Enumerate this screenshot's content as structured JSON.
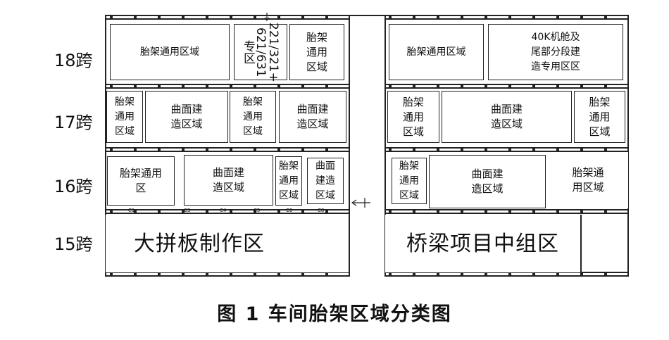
{
  "spans": {
    "s18": "18跨",
    "s17": "17跨",
    "s16": "16跨",
    "s15": "15跨"
  },
  "zones": {
    "general": "胎架通用区域",
    "general_stack": "胎架\n通用\n区域",
    "general_short": "胎架通用\n区",
    "general_2line": "胎架通\n用区域",
    "curved": "曲面建\n造区域",
    "curved_stack": "曲面\n建造\n区域",
    "special_vertical": "221/321+\n621/631专区",
    "k40": "40K机舱及\n尾部分段建\n造专用区区",
    "big_panel": "大拼板制作区",
    "bridge": "桥梁项目中组区"
  },
  "column_marks": [
    "C1",
    "C3",
    "C4",
    "C5",
    "C6",
    "C8"
  ],
  "caption": "图 1  车间胎架区域分类图"
}
